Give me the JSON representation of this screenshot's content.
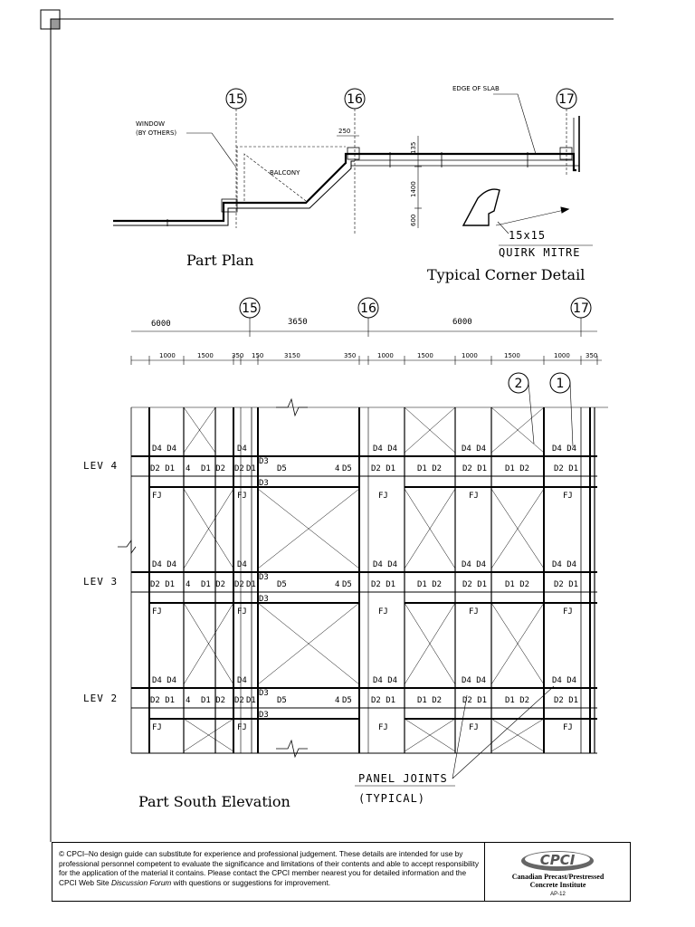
{
  "plan": {
    "grid": [
      "15",
      "16",
      "17"
    ],
    "window_label": [
      "WINDOW",
      "(BY OTHERS)"
    ],
    "balcony": "BALCONY",
    "edge_of_slab": "EDGE OF SLAB",
    "dims": [
      "250",
      "135",
      "1400",
      "600"
    ],
    "caption": "Part Plan"
  },
  "corner": {
    "dim": "15x15",
    "label": "QUIRK MITRE",
    "caption": "Typical Corner Detail"
  },
  "elevation": {
    "grid": [
      "15",
      "16",
      "17"
    ],
    "overall_dims": [
      "6000",
      "3650",
      "6000"
    ],
    "sub_dims": [
      "1000",
      "1500",
      "350",
      "150",
      "3150",
      "350",
      "1000",
      "1500",
      "1000",
      "1500",
      "1000",
      "350"
    ],
    "callouts": [
      "2",
      "1"
    ],
    "levels": [
      "LEV 4",
      "LEV 3",
      "LEV 2"
    ],
    "tags": {
      "d4": "D4",
      "d4d4": "D4 D4",
      "d2d1": "D2 D1",
      "d1d2": "D1 D2",
      "d2": "D2",
      "d1": "D1",
      "d3": "D3",
      "d5": "D5",
      "fj": "FJ",
      "mark": "4"
    },
    "panel_joints": [
      "PANEL JOINTS",
      "(TYPICAL)"
    ],
    "caption": "Part South Elevation"
  },
  "footer": {
    "disclaimer_1": "© CPCI–No design guide can substitute for experience and professional judgement. These details are intended for use by professional personnel competent to evaluate the significance and limitations of their contents and able to accept responsibility for the application of the material it contains. Please contact the CPCI member nearest you for detailed information and the CPCI Web Site ",
    "disclaimer_link": "Discussion Forum",
    "disclaimer_2": " with questions or suggestions for improvement.",
    "logo_text": "CPCI",
    "org_line1": "Canadian Precast/Prestressed",
    "org_line2": "Concrete Institute",
    "code": "AP-12"
  }
}
